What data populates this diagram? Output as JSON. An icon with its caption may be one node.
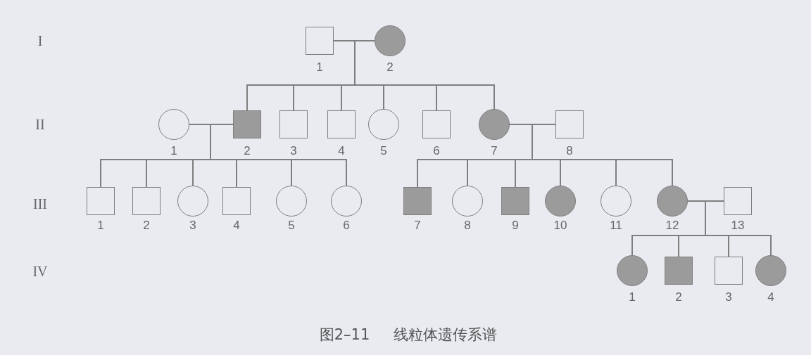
{
  "diagram": {
    "caption": "图2–11 线粒体遗传系谱",
    "nodes": [
      {
        "text": [],
        "shape": "box",
        "beside": [
          "1"
        ]
      },
      {
        "text": [],
        "shape": "circle",
        "beside": [
          "2"
        ]
      },
      {
        "text": [],
        "shape": "circle",
        "beside": [
          "1"
        ]
      },
      {
        "text": [],
        "shape": "box",
        "beside": [
          "2"
        ]
      },
      {
        "text": [],
        "shape": "box",
        "beside": [
          "3"
        ]
      },
      {
        "text": [],
        "shape": "box",
        "beside": [
          "4"
        ]
      },
      {
        "text": [],
        "shape": "circle",
        "beside": [
          "5"
        ]
      },
      {
        "text": [],
        "shape": "box",
        "beside": [
          "6"
        ]
      },
      {
        "text": [],
        "shape": "circle",
        "beside": [
          "7"
        ]
      },
      {
        "text": [],
        "shape": "box",
        "beside": [
          "8"
        ]
      },
      {
        "text": [],
        "shape": "box",
        "beside": [
          "1"
        ]
      },
      {
        "text": [],
        "shape": "box",
        "beside": [
          "2"
        ]
      },
      {
        "text": [],
        "shape": "circle",
        "beside": [
          "3"
        ]
      },
      {
        "text": [],
        "shape": "box",
        "beside": [
          "4"
        ]
      },
      {
        "text": [],
        "shape": "circle",
        "beside": [
          "5"
        ]
      },
      {
        "text": [],
        "shape": "circle",
        "beside": [
          "6"
        ]
      },
      {
        "text": [],
        "shape": "box",
        "beside": [
          "7"
        ]
      },
      {
        "text": [],
        "shape": "circle",
        "beside": [
          "8"
        ]
      },
      {
        "text": [],
        "shape": "box",
        "beside": [
          "9"
        ]
      },
      {
        "text": [],
        "shape": "circle",
        "beside": [
          "10"
        ]
      },
      {
        "text": [],
        "shape": "circle",
        "beside": [
          "11"
        ]
      },
      {
        "text": [],
        "shape": "circle",
        "beside": [
          "12"
        ]
      },
      {
        "text": [],
        "shape": "box",
        "beside": [
          "13"
        ]
      },
      {
        "text": [],
        "shape": "circle",
        "beside": [
          "1"
        ]
      },
      {
        "text": [],
        "shape": "box",
        "beside": [
          "2"
        ]
      },
      {
        "text": [],
        "shape": "box",
        "beside": [
          "3"
        ]
      },
      {
        "text": [],
        "shape": "circle",
        "beside": [
          "4"
        ]
      }
    ],
    "edges": [
      {
        "from": 0,
        "to": 1,
        "arrow": "none"
      },
      {
        "from": 0,
        "to": 3,
        "arrow": "none"
      },
      {
        "from": 1,
        "to": 3,
        "arrow": "none"
      },
      {
        "from": 0,
        "to": 4,
        "arrow": "none"
      },
      {
        "from": 1,
        "to": 4,
        "arrow": "none"
      },
      {
        "from": 0,
        "to": 5,
        "arrow": "none"
      },
      {
        "from": 1,
        "to": 5,
        "arrow": "none"
      },
      {
        "from": 0,
        "to": 6,
        "arrow": "none"
      },
      {
        "from": 1,
        "to": 6,
        "arrow": "none"
      },
      {
        "from": 0,
        "to": 7,
        "arrow": "none"
      },
      {
        "from": 1,
        "to": 7,
        "arrow": "none"
      },
      {
        "from": 0,
        "to": 8,
        "arrow": "none"
      },
      {
        "from": 1,
        "to": 8,
        "arrow": "none"
      },
      {
        "from": 2,
        "to": 3,
        "arrow": "none"
      },
      {
        "from": 2,
        "to": 10,
        "arrow": "none"
      },
      {
        "from": 3,
        "to": 10,
        "arrow": "none"
      },
      {
        "from": 2,
        "to": 11,
        "arrow": "none"
      },
      {
        "from": 3,
        "to": 11,
        "arrow": "none"
      },
      {
        "from": 2,
        "to": 12,
        "arrow": "none"
      },
      {
        "from": 3,
        "to": 12,
        "arrow": "none"
      },
      {
        "from": 2,
        "to": 13,
        "arrow": "none"
      },
      {
        "from": 3,
        "to": 13,
        "arrow": "none"
      },
      {
        "from": 2,
        "to": 14,
        "arrow": "none"
      },
      {
        "from": 3,
        "to": 14,
        "arrow": "none"
      },
      {
        "from": 2,
        "to": 15,
        "arrow": "none"
      },
      {
        "from": 3,
        "to": 15,
        "arrow": "none"
      },
      {
        "from": 8,
        "to": 9,
        "arrow": "none"
      },
      {
        "from": 8,
        "to": 16,
        "arrow": "none"
      },
      {
        "from": 9,
        "to": 16,
        "arrow": "none"
      },
      {
        "from": 8,
        "to": 17,
        "arrow": "none"
      },
      {
        "from": 9,
        "to": 17,
        "arrow": "none"
      },
      {
        "from": 8,
        "to": 18,
        "arrow": "none"
      },
      {
        "from": 9,
        "to": 18,
        "arrow": "none"
      },
      {
        "from": 8,
        "to": 19,
        "arrow": "none"
      },
      {
        "from": 9,
        "to": 19,
        "arrow": "none"
      },
      {
        "from": 8,
        "to": 20,
        "arrow": "none"
      },
      {
        "from": 9,
        "to": 20,
        "arrow": "none"
      },
      {
        "from": 8,
        "to": 21,
        "arrow": "none"
      },
      {
        "from": 9,
        "to": 21,
        "arrow": "none"
      },
      {
        "from": 21,
        "to": 22,
        "arrow": "none"
      },
      {
        "from": 21,
        "to": 23,
        "arrow": "none"
      },
      {
        "from": 22,
        "to": 23,
        "arrow": "none"
      },
      {
        "from": 21,
        "to": 24,
        "arrow": "none"
      },
      {
        "from": 22,
        "to": 24,
        "arrow": "none"
      },
      {
        "from": 21,
        "to": 25,
        "arrow": "none"
      },
      {
        "from": 22,
        "to": 25,
        "arrow": "none"
      },
      {
        "from": 21,
        "to": 26,
        "arrow": "none"
      },
      {
        "from": 22,
        "to": 26,
        "arrow": "none"
      }
    ],
    "labels": [
      "I",
      "II",
      "III",
      "IV"
    ]
  }
}
